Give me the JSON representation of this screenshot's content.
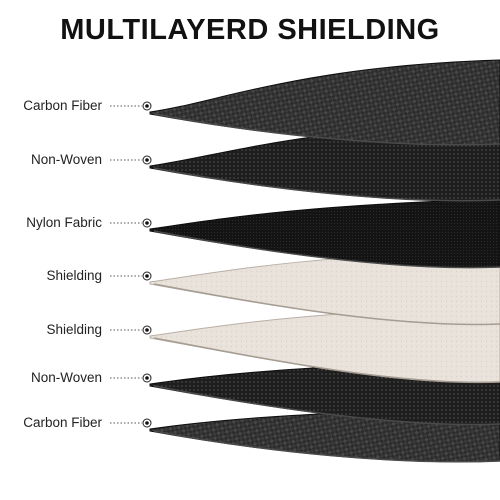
{
  "title": "MULTILAYERD SHIELDING",
  "layers": [
    {
      "label": "Carbon Fiber",
      "material": "carbon-fiber",
      "color": "#2f2f2f"
    },
    {
      "label": "Non-Woven",
      "material": "non-woven",
      "color": "#222222"
    },
    {
      "label": "Nylon Fabric",
      "material": "nylon-fabric",
      "color": "#161616"
    },
    {
      "label": "Shielding",
      "material": "shielding",
      "color": "#e8e1da"
    },
    {
      "label": "Shielding",
      "material": "shielding",
      "color": "#ebe5de"
    },
    {
      "label": "Non-Woven",
      "material": "non-woven",
      "color": "#262626"
    },
    {
      "label": "Carbon Fiber",
      "material": "carbon-fiber",
      "color": "#333333"
    }
  ]
}
